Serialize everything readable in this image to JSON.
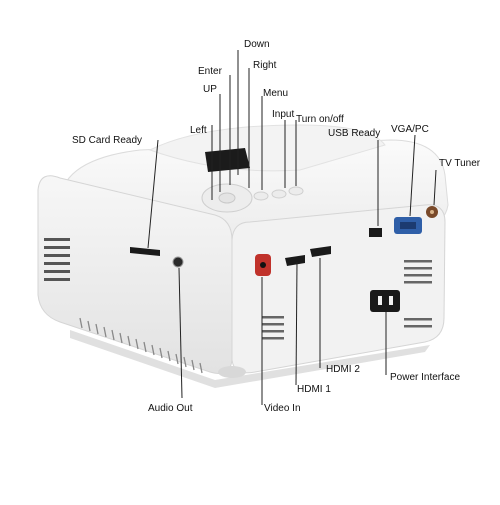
{
  "labels": {
    "down": "Down",
    "enter": "Enter",
    "right": "Right",
    "up": "UP",
    "menu": "Menu",
    "input": "Input",
    "turn_on_off": "Turn on/off",
    "left": "Left",
    "usb_ready": "USB Ready",
    "vga_pc": "VGA/PC",
    "sd_card_ready": "SD Card Ready",
    "tv_tuner": "TV Tuner",
    "hdmi_2": "HDMI 2",
    "power_interface": "Power Interface",
    "hdmi_1": "HDMI 1",
    "audio_out": "Audio Out",
    "video_in": "Video In"
  },
  "colors": {
    "body": "#f6f6f6",
    "shadow": "#d9d9d9",
    "port_black": "#1a1a1a",
    "vga_blue": "#2f5fa8",
    "red_jack": "#c0322b",
    "tuner_brown": "#7a4a2a",
    "leader_line": "#222222"
  }
}
